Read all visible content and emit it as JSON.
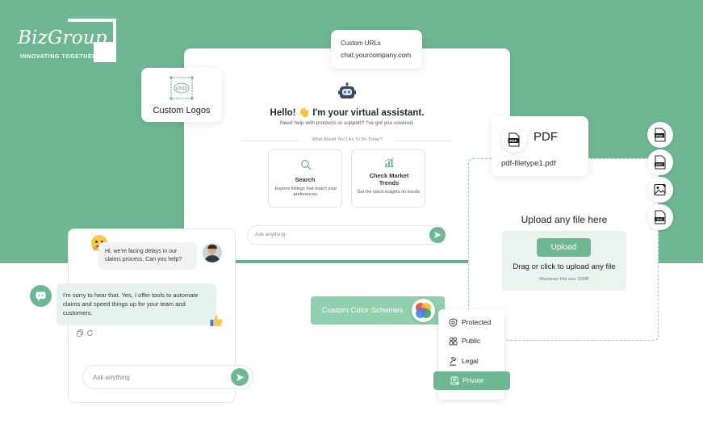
{
  "brand": {
    "name": "BizGroup",
    "tagline": "INNOVATING TOGETHER",
    "accent_color": "#6db893"
  },
  "custom_urls": {
    "label": "Custom URLs",
    "url": "chat.yourcompany.com"
  },
  "custom_logos": {
    "label": "Custom Logos",
    "icon": "logo-placeholder-icon"
  },
  "assistant": {
    "greeting": "Hello! 👋 I'm your virtual assistant.",
    "subtitle": "Need help with products or support? I've got you covered.",
    "prompt": "What Would You Like To Do Today?",
    "tiles": [
      {
        "title": "Search",
        "description": "Explore listings that match your preferences.",
        "icon": "search-icon"
      },
      {
        "title": "Check Market Trends",
        "description": "Get the latest insights on trends.",
        "icon": "chart-icon"
      }
    ],
    "input_placeholder": "Ask anything"
  },
  "pdf_card": {
    "title": "PDF",
    "filename": "pdf-filetype1.pdf",
    "side_icons": [
      "pdf-file-icon",
      "doc-file-icon",
      "image-file-icon",
      "xls-file-icon"
    ]
  },
  "upload": {
    "title": "Upload any file here",
    "button_label": "Upload",
    "instruction": "Drag or click to upload any file",
    "max_size": "Maximum File size 15MB"
  },
  "chat": {
    "user_message": "Hi, we're facing delays in our claims process. Can you help?",
    "bot_message": "I'm sorry to hear that. Yes, I offer tools to automate claims and speed things up for your team and customers.",
    "input_placeholder": "Ask anything"
  },
  "color_schemes": {
    "label": "Custom Color Schemes"
  },
  "access_menu": {
    "items": [
      {
        "label": "Protected",
        "icon": "shield-icon"
      },
      {
        "label": "Public",
        "icon": "users-icon"
      },
      {
        "label": "Legal",
        "icon": "gavel-icon"
      }
    ],
    "selected": {
      "label": "Private",
      "icon": "lock-user-icon"
    }
  }
}
